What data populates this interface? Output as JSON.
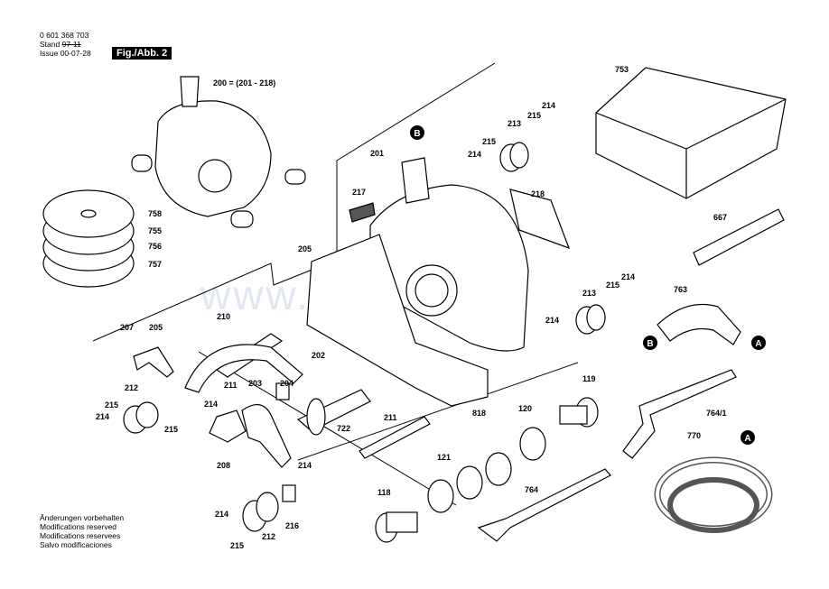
{
  "header": {
    "doc_number": "0 601 368 703",
    "stand_label": "Stand",
    "stand_value": "97-11",
    "issue_label": "Issue",
    "issue_value": "00-07-28"
  },
  "figure_tag": "Fig./Abb. 2",
  "assembly_label": "200 = (201 - 218)",
  "watermark": "www.arrows.ru",
  "footer_notes": [
    "Änderungen vorbehalten",
    "Modifications reserved",
    "Modifications reservees",
    "Salvo modificaciones"
  ],
  "callouts": {
    "A": "A",
    "B": "B"
  },
  "part_labels": {
    "p201": "201",
    "p202": "202",
    "p203": "203",
    "p204": "204",
    "p205a": "205",
    "p205b": "205",
    "p207": "207",
    "p208": "208",
    "p210": "210",
    "p211a": "211",
    "p211b": "211",
    "p212a": "212",
    "p212b": "212",
    "p213a": "213",
    "p213b": "213",
    "p214a": "214",
    "p214b": "214",
    "p214c": "214",
    "p214d": "214",
    "p214e": "214",
    "p214f": "214",
    "p214g": "214",
    "p214h": "214",
    "p215a": "215",
    "p215b": "215",
    "p215c": "215",
    "p215d": "215",
    "p215e": "215",
    "p215f": "215",
    "p216": "216",
    "p217": "217",
    "p218": "218",
    "p118": "118",
    "p119": "119",
    "p120": "120",
    "p121": "121",
    "p667": "667",
    "p722": "722",
    "p753": "753",
    "p755": "755",
    "p756": "756",
    "p757": "757",
    "p758": "758",
    "p763": "763",
    "p764": "764",
    "p764_1": "764/1",
    "p770": "770",
    "p818": "818"
  }
}
